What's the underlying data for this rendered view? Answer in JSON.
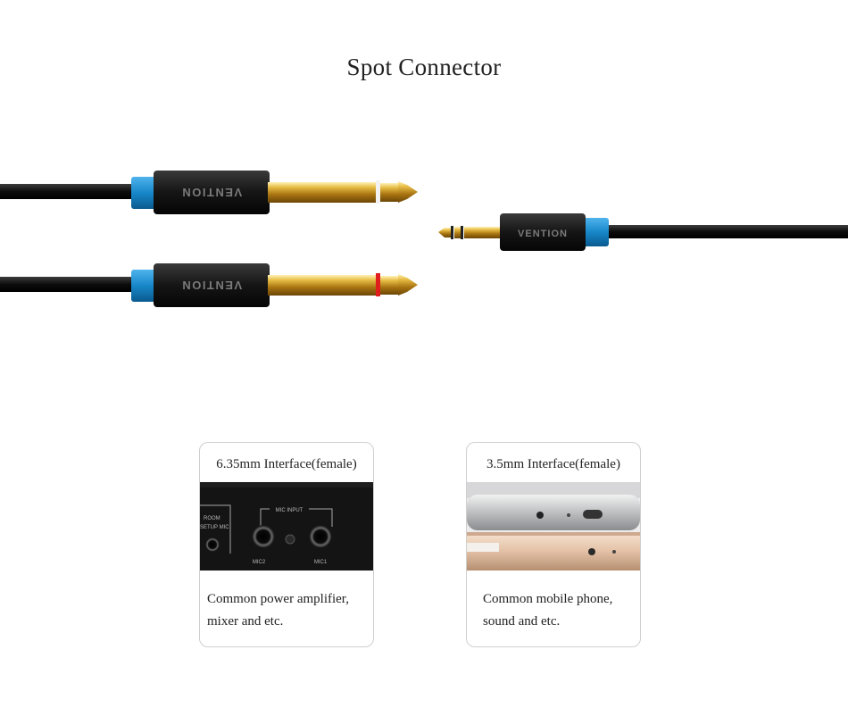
{
  "title": "Spot Connector",
  "brand": "VENTION",
  "jack_labels": {
    "room": "ROOM",
    "setup_mic": "SETUP MIC",
    "mic_input": "MIC INPUT",
    "mic2": "MIC2",
    "mic1": "MIC1"
  },
  "cards": [
    {
      "title": "6.35mm Interface(female)",
      "desc_line1": "Common power amplifier,",
      "desc_line2": "mixer and etc."
    },
    {
      "title": "3.5mm Interface(female)",
      "desc_line1": "Common mobile phone,",
      "desc_line2": "sound and etc."
    }
  ],
  "colors": {
    "accent_blue": "#1787c9",
    "gold": "#d9a62a",
    "cable_black": "#0f0f0f",
    "ring_white": "#f2f2f2",
    "ring_red": "#e01c1c"
  }
}
